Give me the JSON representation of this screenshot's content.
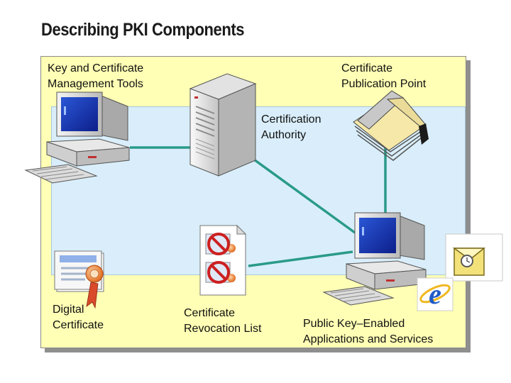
{
  "title": "Describing PKI Components",
  "labels": {
    "key_mgmt": "Key and Certificate\nManagement Tools",
    "cert_pub": "Certificate\nPublication Point",
    "cert_auth": "Certification\nAuthority",
    "digital_cert": "Digital\nCertificate",
    "crl": "Certificate\nRevocation List",
    "pk_apps": "Public Key–Enabled\nApplications and Services"
  },
  "colors": {
    "panel_bg": "#ffffb5",
    "inner_bg": "#d9eefa",
    "connector": "#2a9a8a",
    "revoke_red": "#cc2020",
    "ie_blue": "#1f5bc8"
  },
  "icons": [
    "desktop-computer-icon",
    "server-tower-icon",
    "open-book-icon",
    "certificate-document-icon",
    "revoked-certificates-icon",
    "outlook-icon",
    "internet-explorer-icon"
  ]
}
